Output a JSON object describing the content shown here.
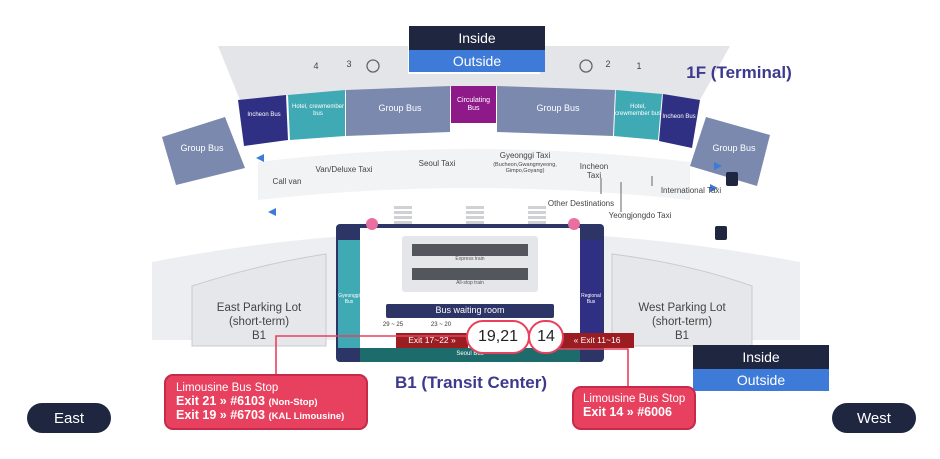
{
  "terminal": {
    "floor_label": "1F (Terminal)",
    "toggle": {
      "inside": "Inside",
      "outside": "Outside"
    },
    "zones": {
      "group_bus_left": "Group Bus",
      "group_bus_right": "Group Bus",
      "incheon_bus_left": "Incheon Bus",
      "incheon_bus_right": "Incheon Bus",
      "hotel_left": "Hotel, crewmember bus",
      "hotel_right": "Hotel, crewmember bus",
      "group_bus_center_left": "Group Bus",
      "group_bus_center_right": "Group Bus",
      "circulating": "Circulating Bus"
    },
    "platform_numbers": {
      "left_a": "4",
      "left_b": "3",
      "right_a": "2",
      "right_b": "1"
    },
    "taxi": {
      "call_van": "Call van",
      "van_deluxe": "Van/Deluxe Taxi",
      "seoul": "Seoul Taxi",
      "gyeonggi": "Gyeonggi Taxi",
      "gyeonggi_sub": "(Bucheon,Gwangmyeong, Gimpo,Goyang)",
      "incheon": "Incheon Taxi",
      "international": "International Taxi",
      "other": "Other Destinations",
      "yeongjongdo": "Yeongjongdo Taxi"
    }
  },
  "transit": {
    "floor_label": "B1 (Transit Center)",
    "toggle": {
      "inside": "Inside",
      "outside": "Outside"
    },
    "east_parking": {
      "name": "East Parking Lot",
      "type": "(short-term)",
      "level": "B1"
    },
    "west_parking": {
      "name": "West Parking Lot",
      "type": "(short-term)",
      "level": "B1"
    },
    "bus_waiting_room": "Bus waiting room",
    "gyeonggi_bus": "Gyeonggi Bus",
    "regional_bus": "Regional Bus",
    "seoul_bus": "Seoul Bus",
    "platform_29_25": "29 ~ 25",
    "platform_23_20": "23 ~ 20",
    "express_train": "Express train",
    "all_stop_train": "All-stop train",
    "stop_left": "19,21",
    "stop_right": "14",
    "exit_left": "Exit 17~22 »",
    "exit_right": "« Exit 11~16"
  },
  "callouts": {
    "left": {
      "title": "Limousine Bus Stop",
      "line1_main": "Exit 21 » #6103",
      "line1_note": "(Non-Stop)",
      "line2_main": "Exit 19 » #6703",
      "line2_note": "(KAL Limousine)"
    },
    "right": {
      "title": "Limousine Bus Stop",
      "line1_main": "Exit 14 » #6006"
    }
  },
  "directions": {
    "east": "East",
    "west": "West"
  },
  "colors": {
    "navy": "#1f2640",
    "blue": "#3e7bd8",
    "slate": "#7a89ad",
    "teal": "#3fa9b4",
    "indigo": "#2f2f84",
    "purple": "#8e1a8a",
    "callout": "#e8415f",
    "darkred": "#9b1d22",
    "green": "#1d6c6b"
  }
}
